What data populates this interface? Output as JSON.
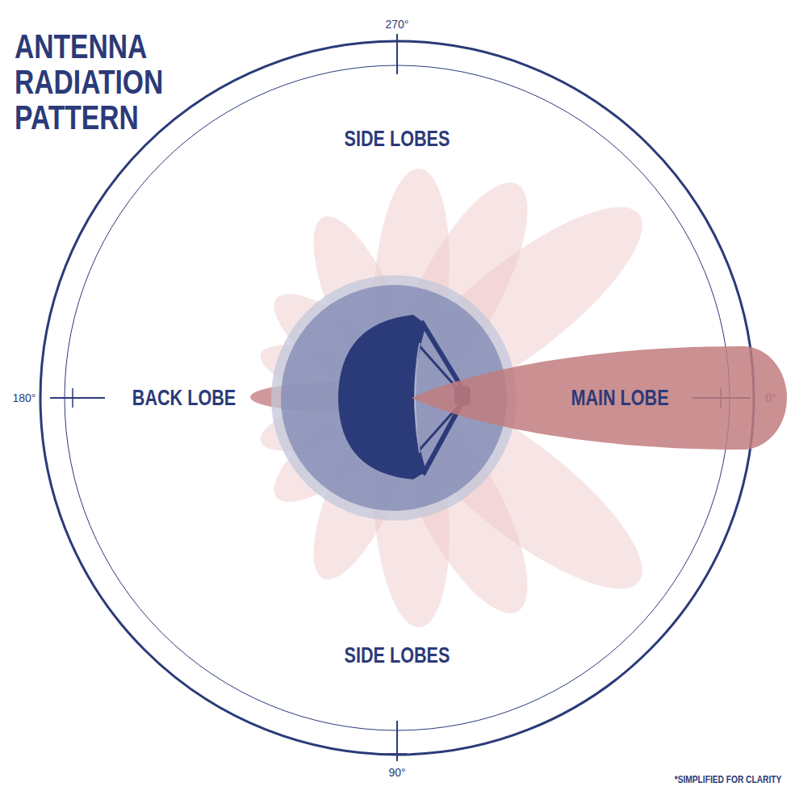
{
  "diagram": {
    "title": "ANTENNA RADIATION PATTERN",
    "caption": "*SIMPLIFIED FOR CLARITY",
    "nodes": [
      {
        "text": [
          "MAIN LOBE"
        ]
      }
    ],
    "labels": [
      "270°",
      "180°",
      "0°",
      "90°",
      "SIDE LOBES",
      "BACK LOBE",
      "SIDE LOBES"
    ]
  }
}
